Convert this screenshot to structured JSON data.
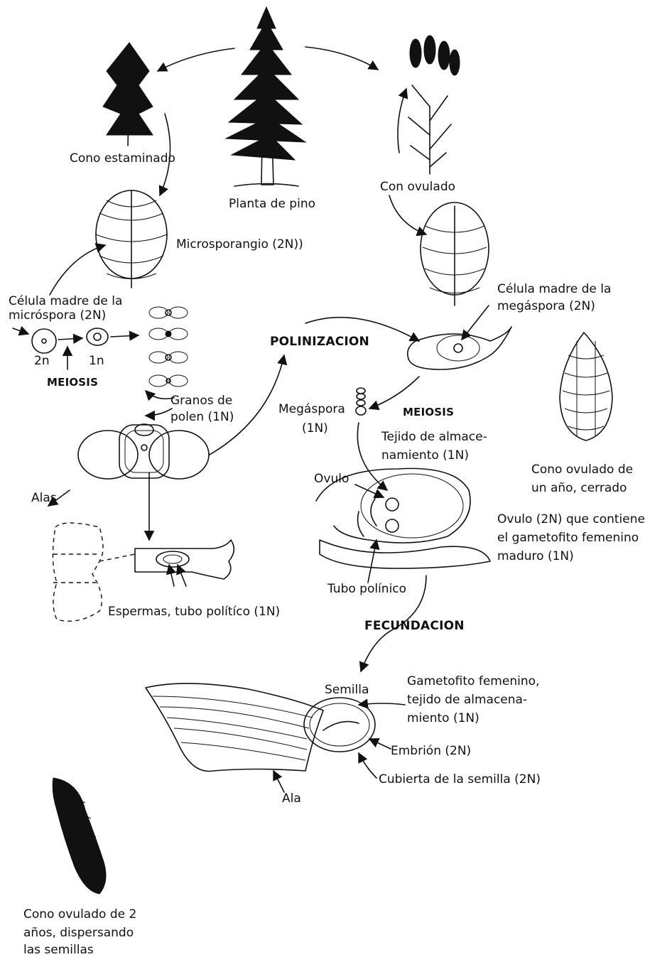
{
  "labels": {
    "planta_pino": "Planta de pino",
    "cono_estaminado": "Cono estaminado",
    "con_ovulado": "Con ovulado",
    "microsporangio": "Microsporangio (2N))",
    "celula_madre_micro_1": "Célula madre de la",
    "celula_madre_micro_2": "micróspora (2N)",
    "n2": "2n",
    "n1": "1n",
    "meiosis_left": "MEIOSIS",
    "celula_madre_mega_1": "Célula madre de la",
    "celula_madre_mega_2": "megáspora (2N)",
    "polinizacion": "POLINIZACION",
    "granos_1": "Granos de",
    "granos_2": "polen (1N)",
    "megaspora_1": "Megáspora",
    "megaspora_2": "(1N)",
    "meiosis_right": "MEIOSIS",
    "tejido_1": "Tejido de almace-",
    "tejido_2": "namiento (1N)",
    "cono_un_ano_1": "Cono ovulado de",
    "cono_un_ano_2": "un año, cerrado",
    "ovulo": "Ovulo",
    "alas": "Alas",
    "ovulo_2n_1": "Ovulo (2N) que contiene",
    "ovulo_2n_2": "el gametofito femenino",
    "ovulo_2n_3": "maduro (1N)",
    "tubo_polinico": "Tubo polínico",
    "espermas": "Espermas, tubo polítíco (1N)",
    "fecundacion": "FECUNDACION",
    "semilla": "Semilla",
    "gametofito_1": "Gametofito femenino,",
    "gametofito_2": "tejido de almacena-",
    "gametofito_3": "miento (1N)",
    "embrion": "Embrión (2N)",
    "cubierta": "Cubierta de la semilla (2N)",
    "ala": "Ala",
    "cono_2_anos_1": "Cono ovulado de 2",
    "cono_2_anos_2": "años, dispersando",
    "cono_2_anos_3": "las semillas"
  }
}
